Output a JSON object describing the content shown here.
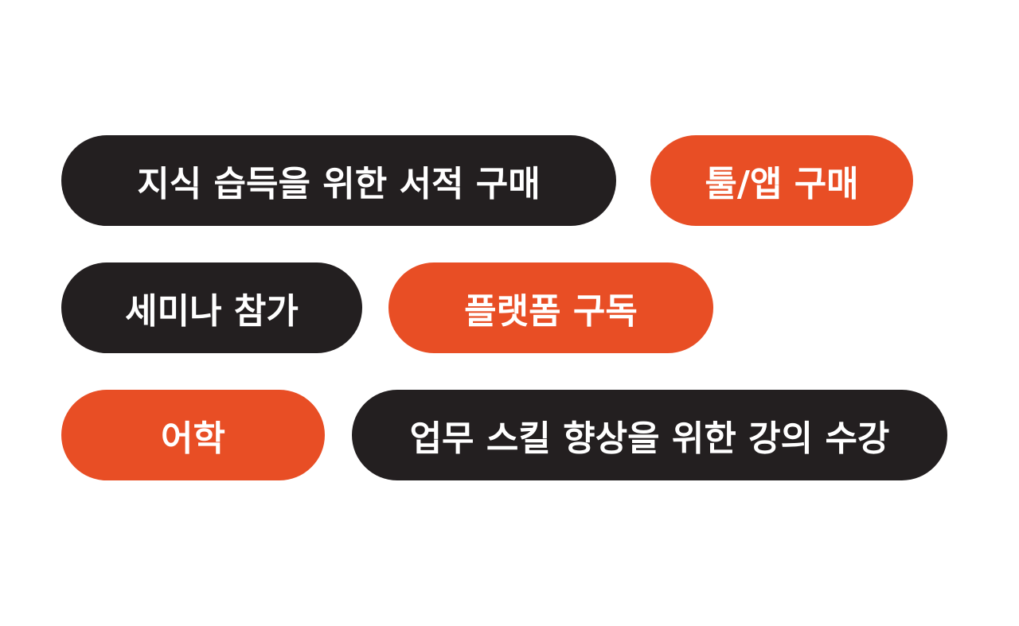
{
  "tags": [
    {
      "label": "지식 습득을 위한 서적 구매",
      "color": "#231f20"
    },
    {
      "label": "툴/앱 구매",
      "color": "#e84e25"
    },
    {
      "label": "세미나 참가",
      "color": "#231f20"
    },
    {
      "label": "플랫폼 구독",
      "color": "#e84e25"
    },
    {
      "label": "어학",
      "color": "#e84e25"
    },
    {
      "label": "업무 스킬 향상을 위한 강의 수강",
      "color": "#231f20"
    }
  ]
}
